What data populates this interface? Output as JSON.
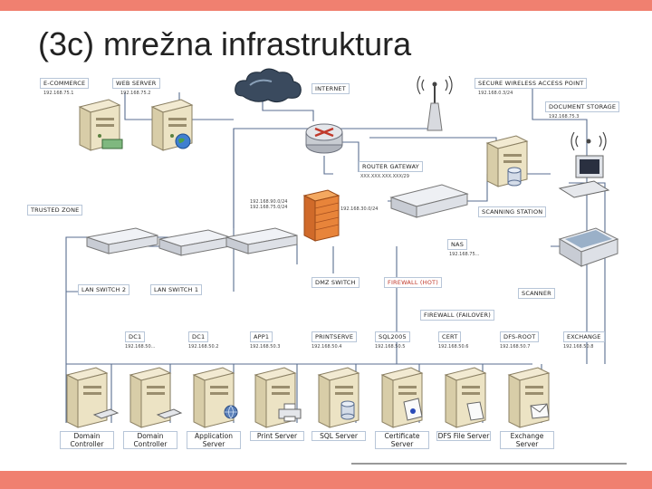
{
  "slide": {
    "title": "(3c) mrežna infrastruktura"
  },
  "diagram": {
    "labels": {
      "ecommerce": "E-COMMERCE",
      "webserver": "WEB SERVER",
      "internet": "INTERNET",
      "wap": "SECURE WIRELESS ACCESS POINT",
      "docstorage": "DOCUMENT STORAGE",
      "router": "ROUTER GATEWAY",
      "trusted": "TRUSTED ZONE",
      "scanning": "SCANNING STATION",
      "nas": "NAS",
      "lan2": "LAN SWITCH 2",
      "lan1": "LAN SWITCH 1",
      "dmz": "DMZ SWITCH",
      "fwhot": "FIREWALL (HOT)",
      "fwfail": "FIREWALL (FAILOVER)",
      "scanner": "SCANNER"
    },
    "ips": {
      "ecommerce": "192.168.75.1",
      "webserver": "192.168.75.2",
      "wap": "192.168.0.3/24",
      "docstorage": "192.168.75.3",
      "router": "XXX.XXX.XXX.XXX/29",
      "fw_left": "192.168.90.0/24\n192.168.75.0/24",
      "fw_right": "192.168.30.0/24",
      "nas": "192.168.75..."
    },
    "servers": [
      {
        "label": "DC1",
        "ip": "192.168.50...",
        "caption": "Domain Controller"
      },
      {
        "label": "DC1",
        "ip": "192.168.50.2",
        "caption": "Domain Controller"
      },
      {
        "label": "APP1",
        "ip": "192.168.50.3",
        "caption": "Application Server"
      },
      {
        "label": "PRINTSERVE",
        "ip": "192.168.50.4",
        "caption": "Print Server"
      },
      {
        "label": "SQL2005",
        "ip": "192.168.50.5",
        "caption": "SQL Server"
      },
      {
        "label": "CERT",
        "ip": "192.168.50.6",
        "caption": "Certificate Server"
      },
      {
        "label": "DFS-ROOT",
        "ip": "192.168.50.7",
        "caption": "DFS File Server"
      },
      {
        "label": "EXCHANGE",
        "ip": "192.168.50.8",
        "caption": "Exchange Server"
      }
    ]
  }
}
